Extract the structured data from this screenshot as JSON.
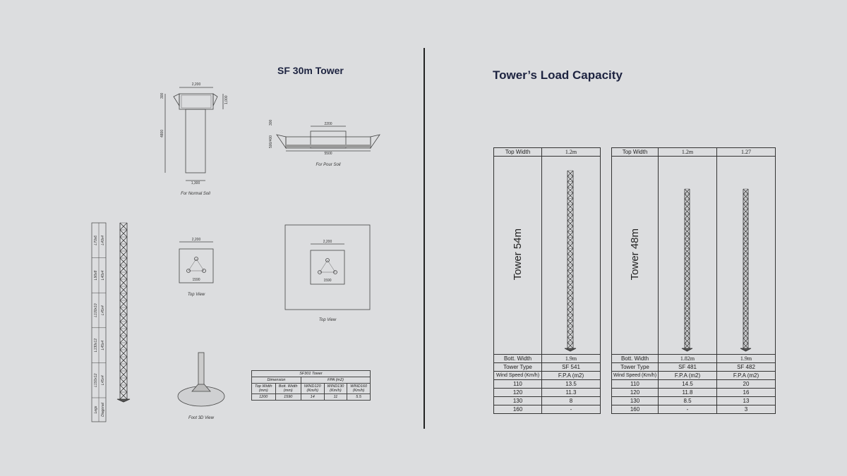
{
  "left": {
    "title": "SF 30m Tower",
    "normal_soil": {
      "caption": "For Normal Soil",
      "dims": [
        "2,200",
        "300",
        "1,000",
        "4800",
        "1,300"
      ]
    },
    "poor_soil": {
      "caption": "For Pour Soil",
      "dims": [
        "2200",
        "300",
        "500/400",
        "5500"
      ]
    },
    "top_view_1": {
      "caption": "Top View",
      "dims": [
        "2,200",
        "1590"
      ]
    },
    "top_view_2": {
      "caption": "Top View",
      "dims": [
        "2,200",
        "1590"
      ]
    },
    "foot_3d": {
      "caption": "Foot 3D View"
    },
    "members": {
      "header": [
        "Legs",
        "Diagonal"
      ],
      "rows": [
        [
          "L70x6",
          "L40x4"
        ],
        [
          "L90x8",
          "L40x4"
        ],
        [
          "L100x10",
          "L45x4"
        ],
        [
          "L130x12",
          "L45x4"
        ],
        [
          "L150x12",
          "L45x4"
        ]
      ]
    },
    "sf_table": {
      "title": "SF301 Tower",
      "group1": "Dimension",
      "group2": "FPA (m2)",
      "headers": [
        [
          "Top Width",
          "(mm)"
        ],
        [
          "Bott. Width",
          "(mm)"
        ],
        [
          "WIND120",
          "(Km/h)"
        ],
        [
          "WIND130",
          "(Km/h)"
        ],
        [
          "WIND160",
          "(Km/h)"
        ]
      ],
      "values": [
        "1200",
        "1590",
        "14",
        "11",
        "5.5"
      ]
    }
  },
  "right": {
    "title": "Tower’s Load Capacity",
    "labels": {
      "top_width": "Top Width",
      "bott_width": "Bott. Width",
      "tower_type": "Tower Type",
      "wind_speed": "Wind Speed (Km/h)",
      "fpa": "F.P.A (m2)"
    },
    "speeds": [
      "110",
      "120",
      "130",
      "160"
    ],
    "t54": {
      "name": "Tower 54m",
      "top": "1.2m",
      "bott": "1.9m",
      "type": "SF 541",
      "fpa": [
        "13.5",
        "11.3",
        "8",
        "-"
      ]
    },
    "t48": {
      "name": "Tower 48m",
      "top": [
        "1.2m",
        "1.27"
      ],
      "bott": [
        "1.82m",
        "1.9m"
      ],
      "type": [
        "SF 481",
        "SF 482"
      ],
      "fpa_a": [
        "14.5",
        "11.8",
        "8.5",
        "-"
      ],
      "fpa_b": [
        "20",
        "16",
        "13",
        "3"
      ]
    }
  }
}
